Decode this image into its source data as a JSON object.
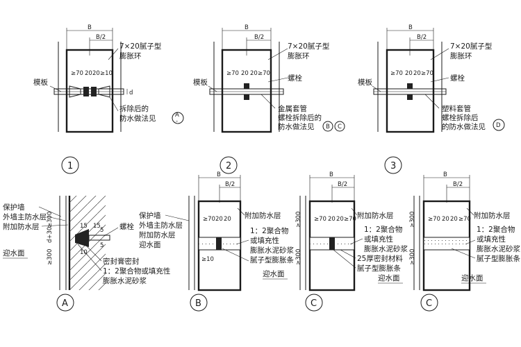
{
  "dims": {
    "B": "B",
    "B_half": "B/2",
    "ge70": "≥70",
    "d20": "20",
    "ge10": "≥10",
    "d": "d",
    "D": "D",
    "ge300": "≥300",
    "d30": "d+30",
    "d15": "15",
    "d10": "10",
    "d5": "5"
  },
  "diagram1": {
    "label_ring_1": "7×20腻子型",
    "label_ring_2": "膨胀环",
    "label_template": "模板",
    "label_wp_1": "拆除后的",
    "label_wp_2": "防水做法见",
    "ref": "A",
    "ref_sub": "-",
    "number": "1"
  },
  "diagram2": {
    "label_ring_1": "7×20腻子型",
    "label_ring_2": "膨胀环",
    "label_bolt": "螺栓",
    "label_template": "模板",
    "label_sleeve": "金属套管",
    "label_wp_1": "螺栓拆除后的",
    "label_wp_2": "防水做法见",
    "ref_1": "B",
    "ref_2": "C",
    "number": "2"
  },
  "diagram3": {
    "label_ring_1": "7×20腻子型",
    "label_ring_2": "膨胀环",
    "label_bolt": "螺栓",
    "label_template": "模板",
    "label_sleeve": "塑料套管",
    "label_wp_1": "螺栓拆除后",
    "label_wp_2": "的防水做法见",
    "ref": "D",
    "number": "3"
  },
  "detailA": {
    "label_prot": "保护墙",
    "label_outer": "外墙主防水层",
    "label_add": "附加防水层",
    "label_bolt": "螺栓",
    "label_water": "迎水面",
    "label_seal": "密封膏密封",
    "label_mortar_1": "1：2聚合物或填充性",
    "label_mortar_2": "膨胀水泥砂浆",
    "letter": "A"
  },
  "detailB": {
    "label_prot": "保护墙",
    "label_outer": "外墙主防水层",
    "label_add_l": "附加防水层",
    "label_water_l": "迎水面",
    "label_add_r": "附加防水层",
    "label_mix_1": "1：2聚合物",
    "label_mix_2": "或填充性",
    "label_mix_3": "膨胀水泥砂浆",
    "label_strip": "腻子型膨胀条",
    "label_water_b": "迎水面",
    "letter": "B"
  },
  "detailC": {
    "label_add": "附加防水层",
    "label_mix_1": "1：2聚合物",
    "label_mix_2": "或填充性",
    "label_mix_3": "膨胀水泥砂浆",
    "label_seal": "25厚密封材料",
    "label_strip": "腻子型膨胀条",
    "label_water": "迎水面",
    "letter": "C"
  },
  "detailD": {
    "label_add": "附加防水层",
    "label_mix_1": "1：2聚合物",
    "label_mix_2": "或填充性",
    "label_mix_3": "膨胀水泥砂浆",
    "label_strip": "腻子型膨胀条",
    "label_water": "迎水面",
    "letter": "C"
  }
}
